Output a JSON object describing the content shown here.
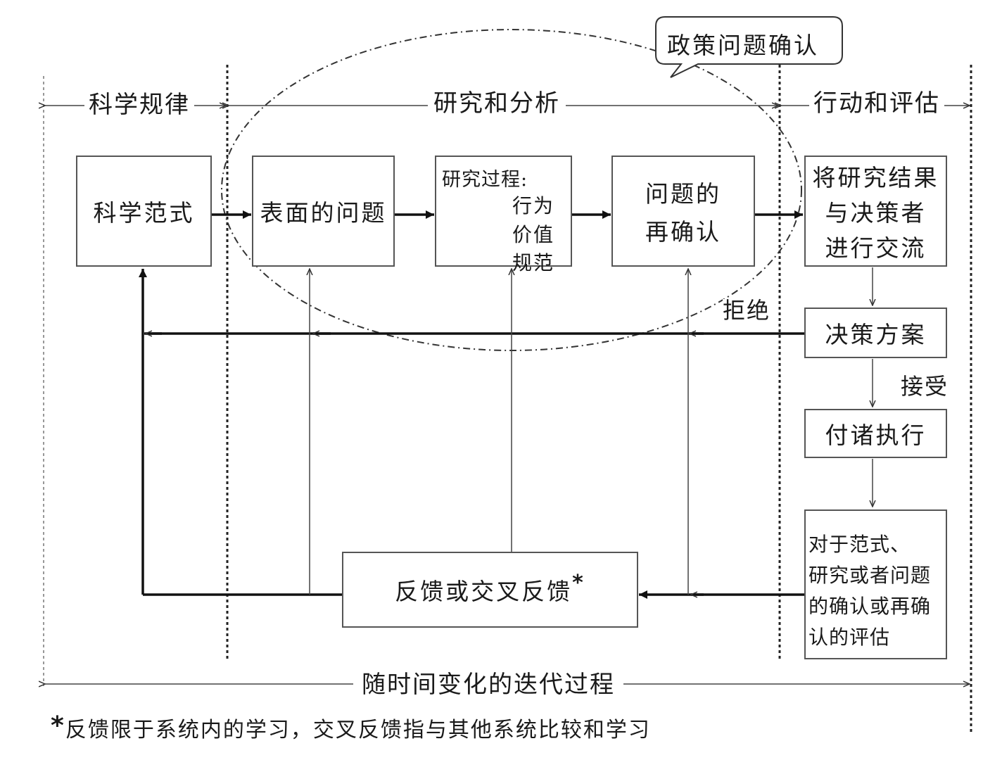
{
  "callout": {
    "text": "政策问题确认"
  },
  "phases": {
    "scientific_law": "科学规律",
    "research_analysis": "研究和分析",
    "action_evaluation": "行动和评估"
  },
  "boxes": {
    "scientific_paradigm": "科学范式",
    "surface_problem": "表面的问题",
    "research_process": {
      "title": "研究过程:",
      "items": [
        "行为",
        "价值",
        "规范"
      ]
    },
    "problem_reconfirm": [
      "问题的",
      "再确认"
    ],
    "communicate_results": [
      "将研究结果",
      "与决策者",
      "进行交流"
    ],
    "decision_plan": "决策方案",
    "implementation": "付诸执行",
    "evaluation": [
      "对于范式、",
      "研究或者问题",
      "的确认或再确",
      "认的评估"
    ],
    "feedback": "反馈或交叉反馈",
    "feedback_star": "*"
  },
  "edge_labels": {
    "reject": "拒绝",
    "accept": "接受"
  },
  "iterative_process": "随时间变化的迭代过程",
  "footnote": {
    "star": "*",
    "text": "反馈限于系统内的学习，交叉反馈指与其他系统比较和学习"
  }
}
